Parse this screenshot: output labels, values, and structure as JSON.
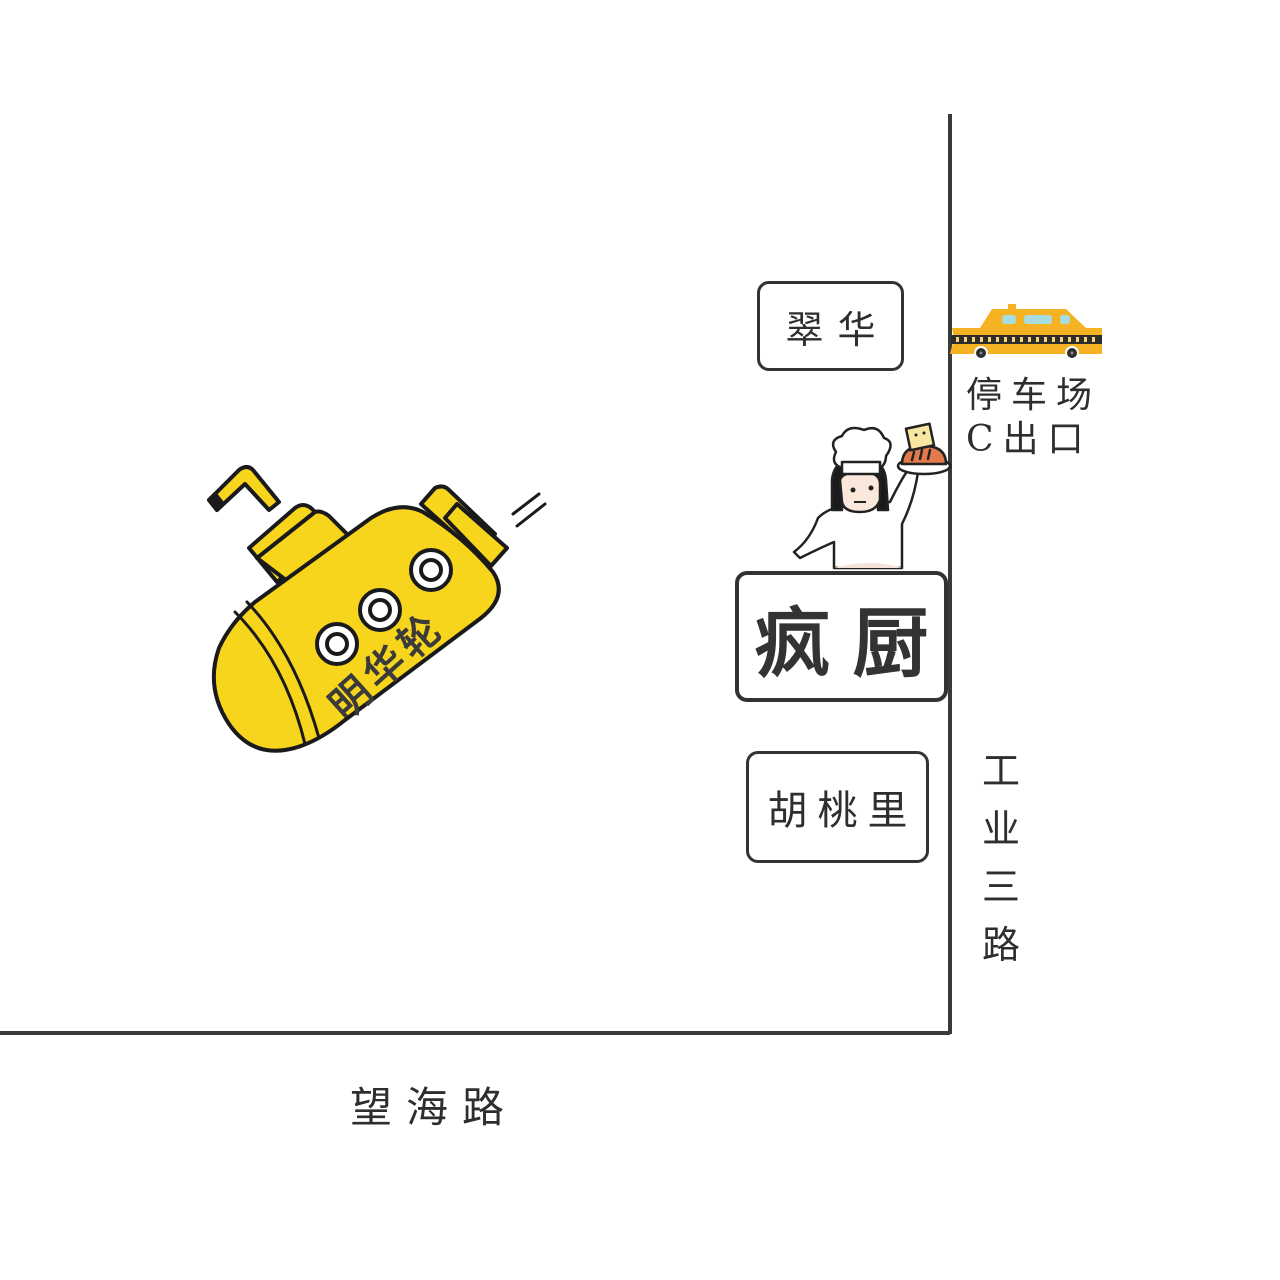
{
  "map": {
    "background_color": "#ffffff",
    "road_color": "#3a3a3a",
    "roads": {
      "horizontal": {
        "name": "望海路"
      },
      "vertical": {
        "name": "工业三路",
        "chars": [
          "工",
          "业",
          "三",
          "路"
        ]
      }
    },
    "landmarks": [
      {
        "id": "cuihua",
        "label": "翠华"
      },
      {
        "id": "fengchu",
        "label": "疯厨",
        "highlight": true
      },
      {
        "id": "hutaoli",
        "label": "胡桃里"
      }
    ],
    "parking": {
      "icon": "taxi-icon",
      "line1": "停车场",
      "line2": "C出口",
      "taxi_color": "#f5b323"
    },
    "chef": {
      "icon": "chef-illustration-icon",
      "holding": "bread-plate"
    },
    "submarine": {
      "icon": "yellow-submarine-icon",
      "text": "明华轮",
      "color": "#f7d51d"
    }
  }
}
